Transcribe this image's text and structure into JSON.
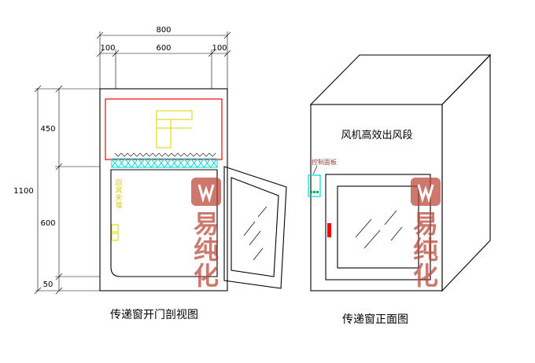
{
  "left_view": {
    "title": "传递窗开门剖视图",
    "dims": {
      "total_width": "800",
      "width_left": "100",
      "width_center": "600",
      "width_right": "100",
      "total_height": "1100",
      "height_top": "450",
      "height_mid": "600",
      "height_bottom": "50"
    },
    "return_air_label": "回风夹墙"
  },
  "right_view": {
    "title": "传递窗正面图",
    "fan_section_label": "风机高效出风段",
    "control_panel_label": "控制面板"
  },
  "watermark": {
    "glyphs": [
      "易",
      "纯",
      "化"
    ]
  },
  "colors": {
    "red": "#ff0000",
    "cyan": "#00d9d9",
    "yellow": "#ddd000",
    "green": "#00b050",
    "stamp_red": "#bb4235",
    "label_red": "#9a3b3b"
  }
}
